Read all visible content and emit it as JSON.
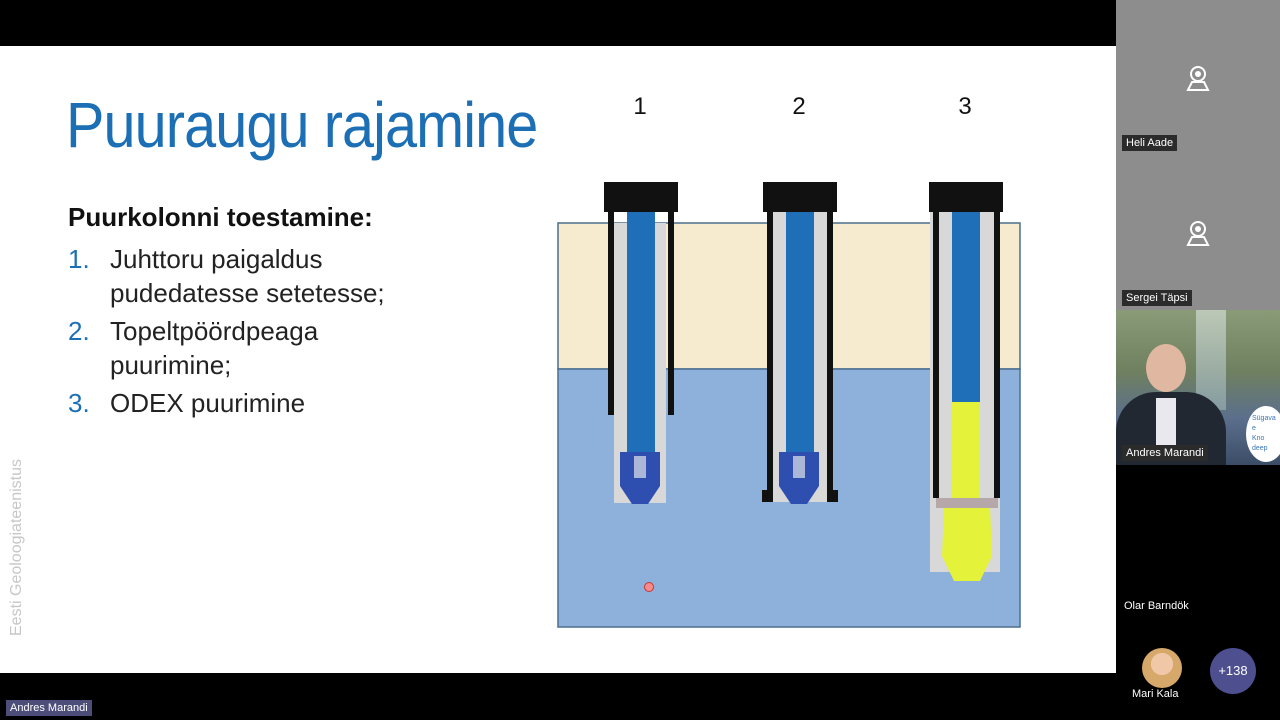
{
  "slide": {
    "title": "Puuraugu rajamine",
    "heading": "Puurkolonni toestamine:",
    "items": [
      {
        "num": "1.",
        "text": "Juhttoru paigaldus\npudedatesse setetesse;"
      },
      {
        "num": "2.",
        "text": "Topeltpöördpeaga\npuurimine;"
      },
      {
        "num": "3.",
        "text": "ODEX puurimine"
      }
    ],
    "vertical_credit": "Eesti Geoloogiateenistus",
    "diagram_labels": [
      "1",
      "2",
      "3"
    ]
  },
  "presenter": {
    "name": "Andres Marandi"
  },
  "participants": [
    {
      "name": "Heli Aade",
      "state": "camera-off"
    },
    {
      "name": "Sergei Täpsi",
      "state": "camera-off"
    },
    {
      "name": "Andres Marandi",
      "state": "video"
    },
    {
      "name": "Olar Barndök",
      "state": "no-video"
    },
    {
      "name": "Mari Kala",
      "state": "avatar"
    }
  ],
  "video_sign_text": "Sügava\ne\nKno\ndeep",
  "more_participants": "+138",
  "colors": {
    "title_blue": "#1c6fb5",
    "sediment": "#f7ebcf",
    "bedrock": "#8eb1dc",
    "drill_blue": "#1f6fb8",
    "odex_yellow": "#e4f23a"
  },
  "icons": [
    "camera-off-icon",
    "laser-pointer-icon"
  ]
}
